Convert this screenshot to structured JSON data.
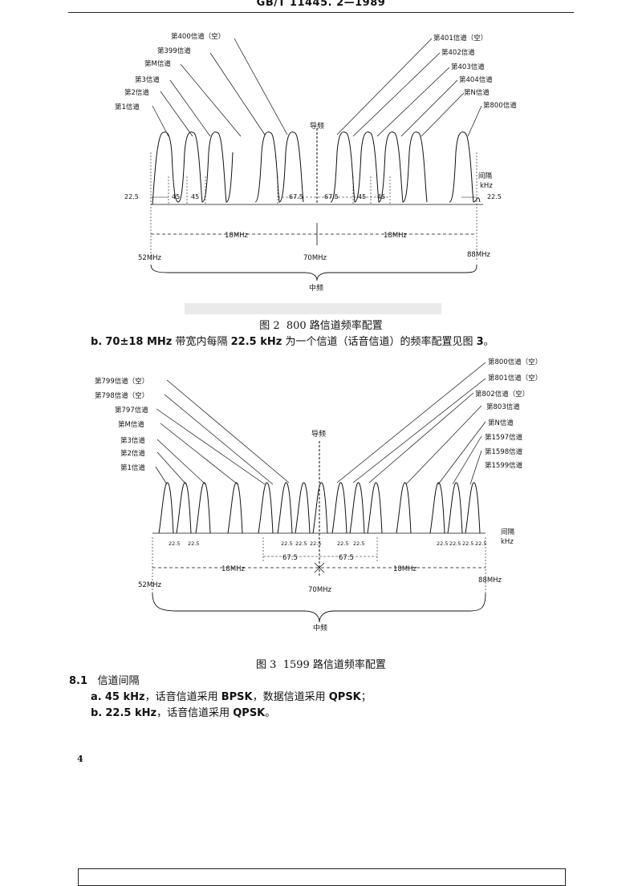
{
  "header": {
    "standard_no": "GB/T  11445. 2—1989"
  },
  "fig2": {
    "caption_no": "图 2",
    "caption_title": "800 路信道频率配置",
    "pilot": "导频",
    "left_labels": [
      "第400信道（空）",
      "第399信道",
      "第M信道",
      "第3信道",
      "第2信道",
      "第1信道"
    ],
    "right_labels": [
      "第401信道（空）",
      "第402信道",
      "第403信道",
      "第404信道",
      "第N信道",
      "第800信道"
    ],
    "spacings": [
      "22.5",
      "45",
      "45",
      "67.5",
      "67.5",
      "45",
      "45",
      "22.5"
    ],
    "unit_label": "间隔",
    "unit": "kHz",
    "span_left": "18MHz",
    "span_right": "18MHz",
    "freq_low": "52MHz",
    "freq_center": "70MHz",
    "freq_high": "88MHz",
    "if_label": "中频"
  },
  "para_b": {
    "prefix": "b.",
    "bold1": "70±18 MHz",
    "text1": " 带宽内每隔 ",
    "bold2": "22.5 kHz",
    "text2": " 为一个信道（话音信道）的频率配置见图 ",
    "fig": "3",
    "end": "。"
  },
  "fig3": {
    "caption_no": "图 3",
    "caption_title": "1599 路信道频率配置",
    "pilot": "导频",
    "left_labels": [
      "第799信道（空）",
      "第798信道（空）",
      "第797信道",
      "第M信道",
      "第3信道",
      "第2信道",
      "第1信道"
    ],
    "right_labels": [
      "第800信道（空）",
      "第801信道（空）",
      "第802信道（空）",
      "第803信道",
      "第N信道",
      "第1597信道",
      "第1598信道",
      "第1599信道"
    ],
    "spacings_left": [
      "22.5",
      "22.5"
    ],
    "spacings_mid": [
      "22.5",
      "22.5",
      "22.5",
      "22.5",
      "22.5"
    ],
    "spacings_right": [
      "22.5",
      "22.5",
      "22.5",
      "22.5"
    ],
    "spacing_center": [
      "67.5",
      "67.5"
    ],
    "unit_label": "间隔",
    "unit": "kHz",
    "span_left": "18MHz",
    "span_right": "18MHz",
    "freq_low": "52MHz",
    "freq_center": "70MHz",
    "freq_high": "88MHz",
    "if_label": "中频"
  },
  "section": {
    "number": "8.1",
    "title": "信道间隔",
    "item_a": {
      "prefix": "a.",
      "bold1": "45 kHz",
      "text1": "，话音信道采用 ",
      "bold2": "BPSK",
      "text2": "，数据信道采用 ",
      "bold3": "QPSK",
      "end": "；"
    },
    "item_b": {
      "prefix": "b.",
      "bold1": "22.5 kHz",
      "text1": "，话音信道采用 ",
      "bold2": "QPSK",
      "end": "。"
    }
  },
  "page_number": "4"
}
